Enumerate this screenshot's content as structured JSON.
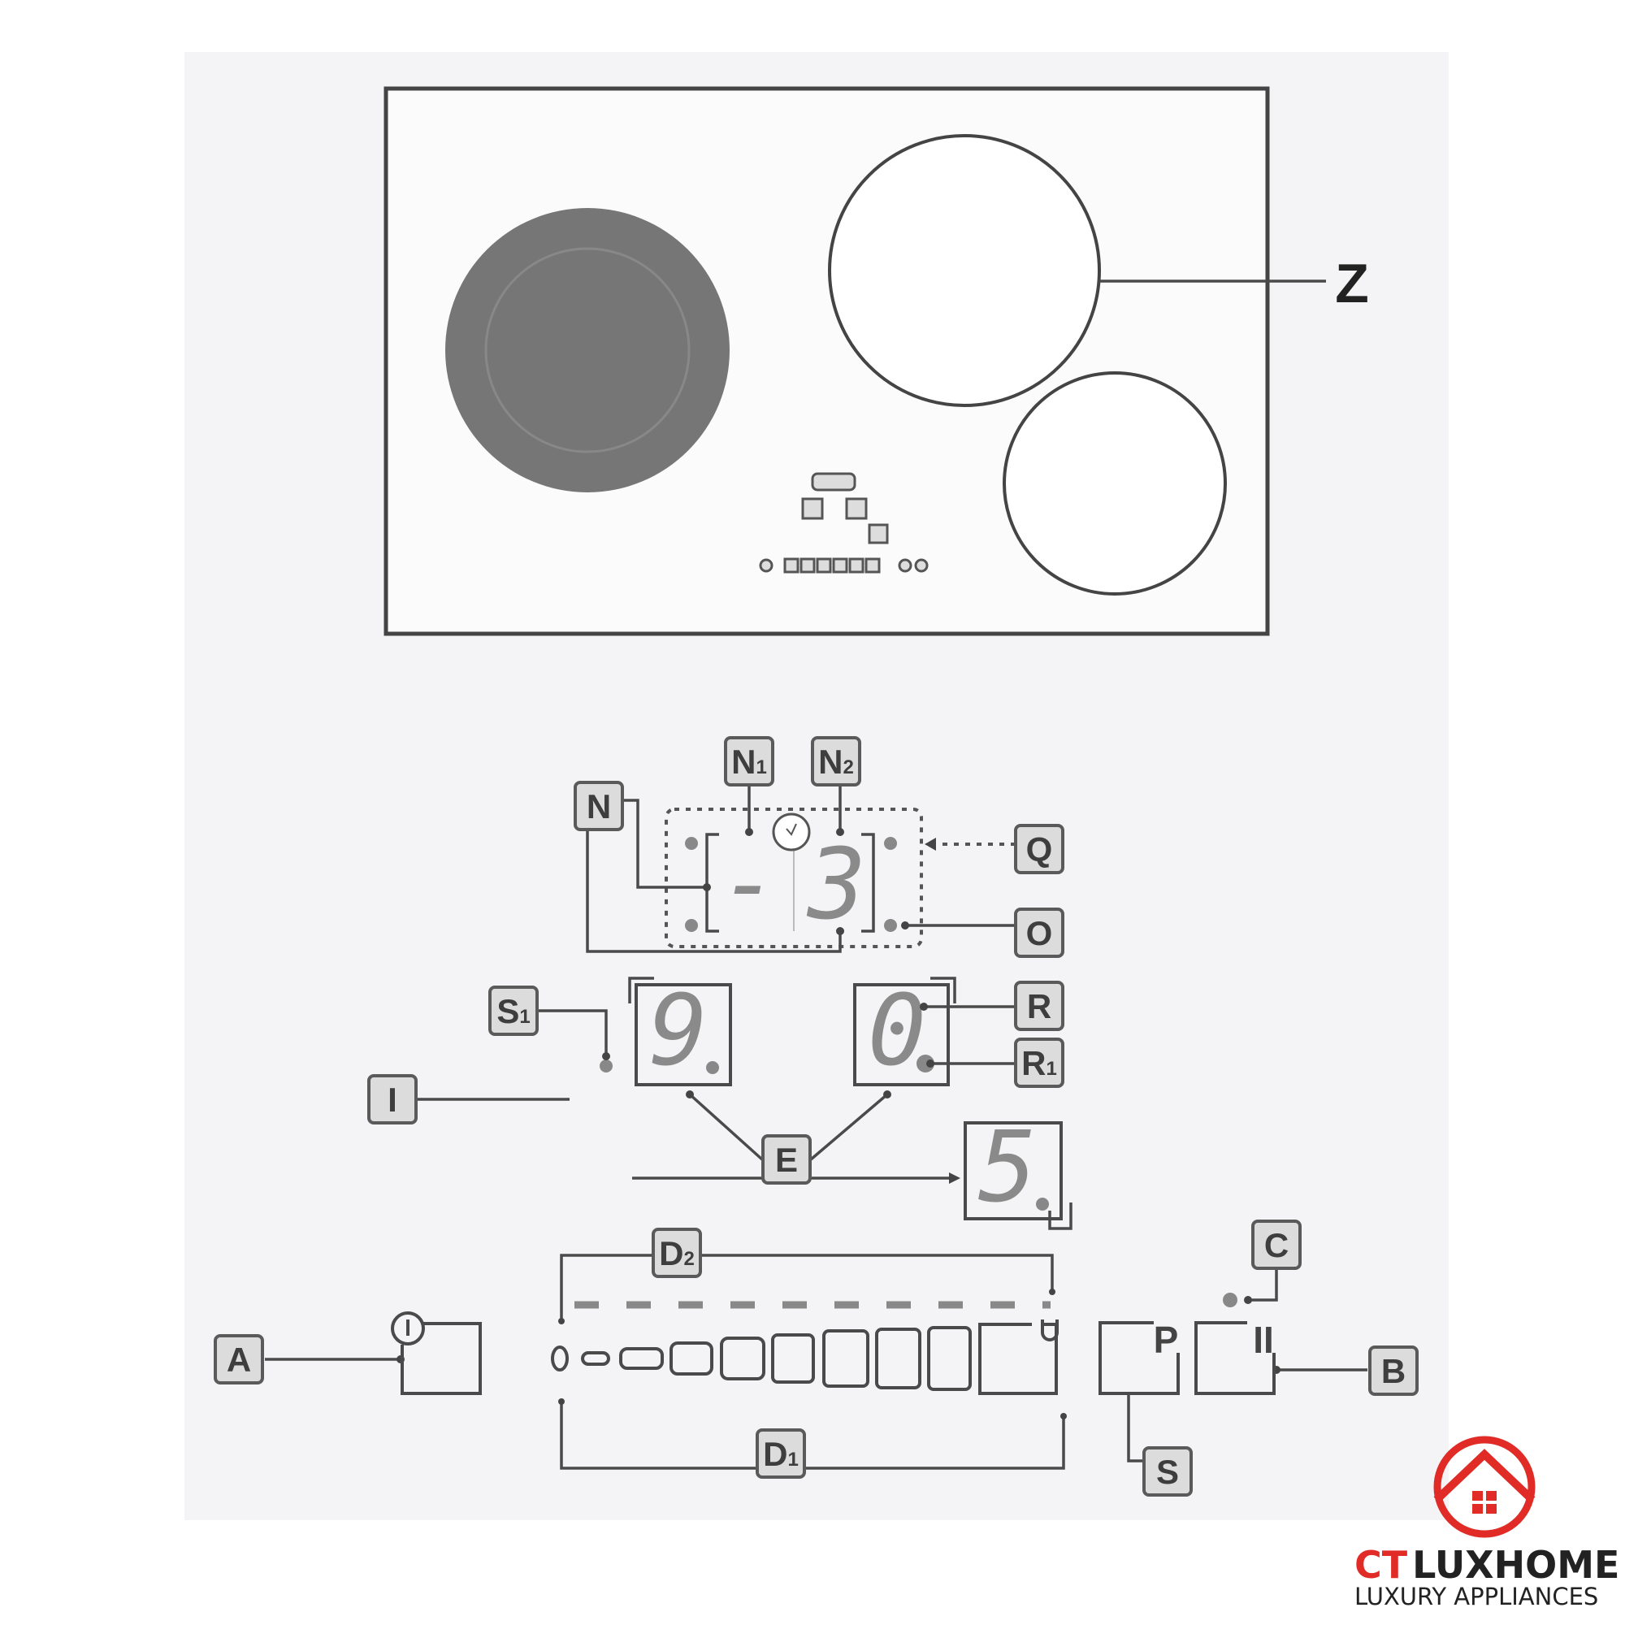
{
  "cooktop": {
    "zone_label": "Z"
  },
  "labels": {
    "N": {
      "main": "N",
      "sub": ""
    },
    "N1": {
      "main": "N",
      "sub": "1"
    },
    "N2": {
      "main": "N",
      "sub": "2"
    },
    "Q": {
      "main": "Q",
      "sub": ""
    },
    "O": {
      "main": "O",
      "sub": ""
    },
    "R": {
      "main": "R",
      "sub": ""
    },
    "R1": {
      "main": "R",
      "sub": "1"
    },
    "S1": {
      "main": "S",
      "sub": "1"
    },
    "I": {
      "main": "I",
      "sub": ""
    },
    "E": {
      "main": "E",
      "sub": ""
    },
    "D2": {
      "main": "D",
      "sub": "2"
    },
    "C": {
      "main": "C",
      "sub": ""
    },
    "A": {
      "main": "A",
      "sub": ""
    },
    "B": {
      "main": "B",
      "sub": ""
    },
    "D1": {
      "main": "D",
      "sub": "1"
    },
    "S": {
      "main": "S",
      "sub": ""
    }
  },
  "displays": {
    "timer_left": "-",
    "timer_right": "3",
    "zone_left": "9",
    "zone_right": "0",
    "zone_example": "5"
  },
  "buttons": {
    "pause_symbol": "II",
    "power_boost_symbol": "P",
    "slider_zero": "0"
  },
  "logo": {
    "brand_red": "CT",
    "brand_dark": "LUXHOME",
    "tagline": "LUXURY APPLIANCES",
    "color": "#e02b27"
  }
}
